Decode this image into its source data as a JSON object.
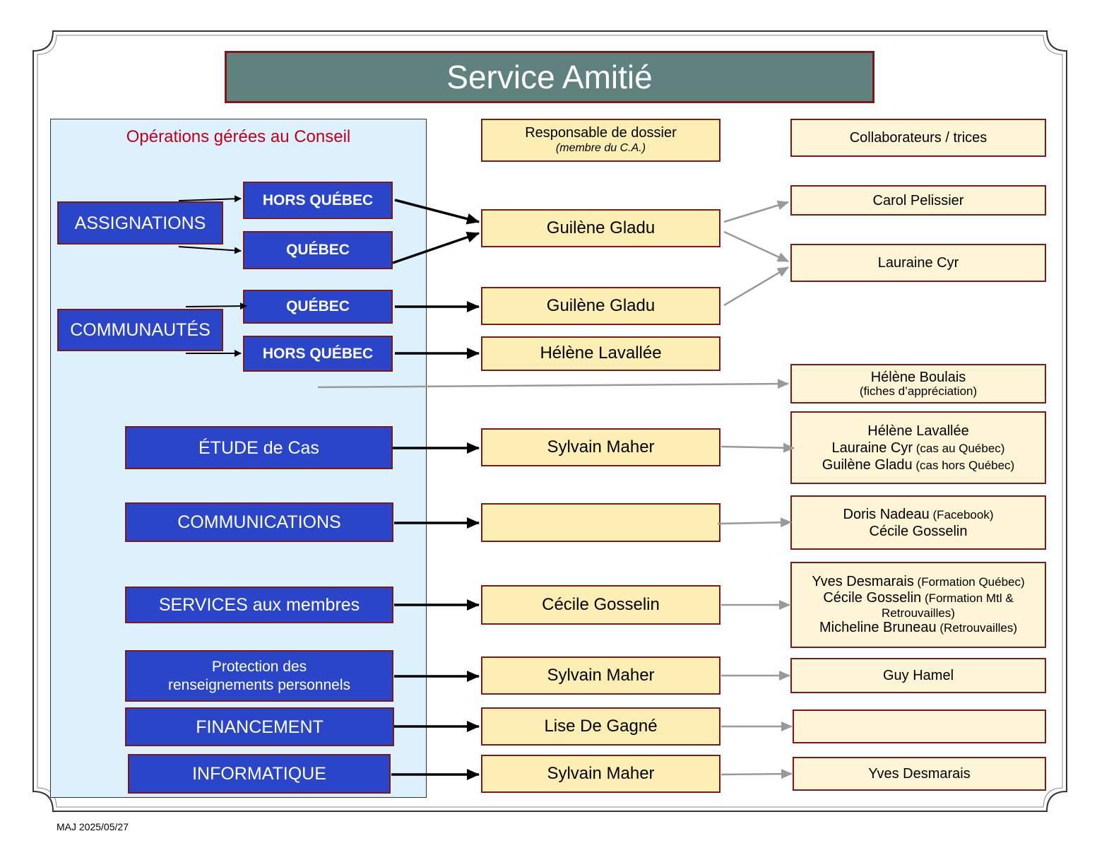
{
  "title": "Service Amitié",
  "operations_title": "Opérations gérées au Conseil",
  "headers": {
    "responsable": "Responsable de dossier",
    "responsable_sub": "(membre du C.A.)",
    "collaborateurs": "Collaborateurs / trices"
  },
  "operations": {
    "assignations": "ASSIGNATIONS",
    "communautes": "COMMUNAUTÉS",
    "hors_quebec_1": "HORS QUÉBEC",
    "quebec_1": "QUÉBEC",
    "quebec_2": "QUÉBEC",
    "hors_quebec_2": "HORS QUÉBEC",
    "etude": "ÉTUDE de Cas",
    "communications": "COMMUNICATIONS",
    "services": "SERVICES aux membres",
    "protection_1": "Protection des",
    "protection_2": "renseignements personnels",
    "financement": "FINANCEMENT",
    "informatique": "INFORMATIQUE"
  },
  "responsables": {
    "r1": "Guilène Gladu",
    "r2": "Guilène Gladu",
    "r3": "Hélène Lavallée",
    "r4": "Sylvain Maher",
    "r5": "",
    "r6": "Cécile Gosselin",
    "r7": "Sylvain Maher",
    "r8": "Lise De Gagné",
    "r9": "Sylvain Maher"
  },
  "collaborateurs": {
    "carol": "Carol Pelissier",
    "lauraine": "Lauraine Cyr",
    "boulais_name": "Hélène Boulais",
    "boulais_note": "(fiches d’appréciation)",
    "etude_1": "Hélène Lavallée",
    "etude_2_name": "Lauraine Cyr",
    "etude_2_note": " (cas au Québec)",
    "etude_3_name": "Guilène Gladu",
    "etude_3_note": " (cas hors Québec)",
    "comm_1_name": "Doris Nadeau",
    "comm_1_note": " (Facebook)",
    "comm_2": "Cécile Gosselin",
    "serv_1_name": "Yves Desmarais",
    "serv_1_note": " (Formation Québec)",
    "serv_2_name": "Cécile Gosselin",
    "serv_2_note": " (Formation Mtl &",
    "serv_2_note2": "Retrouvailles)",
    "serv_3_name": "Micheline Bruneau",
    "serv_3_note": " (Retrouvailles)",
    "guy": "Guy Hamel",
    "financement": "",
    "yves": "Yves Desmarais"
  },
  "footer": "MAJ 2025/05/27",
  "colors": {
    "title_bg": "#5f8280",
    "panel_bg": "#dcf1fb",
    "op_blue": "#2a45c8",
    "box_border": "#7a1a1a",
    "responsable_bg": "#fdeeb3",
    "collab_bg": "#fdf5d6",
    "ops_title_red": "#c0001a"
  }
}
